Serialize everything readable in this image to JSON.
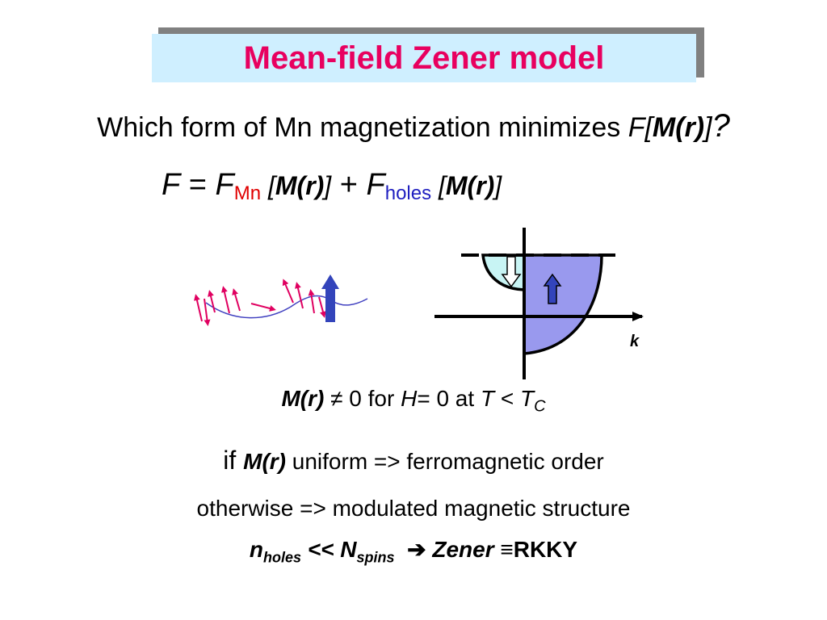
{
  "title": "Mean-field Zener model",
  "question": {
    "text": "Which form of Mn magnetization minimizes ",
    "F": "F[",
    "M": "M(r)",
    "close": "]",
    "qmark": "?"
  },
  "formula": {
    "F": "F",
    "eq": " = ",
    "F2": "F",
    "sub_mn": "Mn",
    "open1": " [",
    "M1": "M(r)",
    "close1": "]",
    "plus": " + ",
    "F3": "F",
    "sub_holes": "holes",
    "open2": " [",
    "M2": "M(r)",
    "close2": "]"
  },
  "band_diagram": {
    "k_label": "k"
  },
  "line1": {
    "M": "M(r)",
    "neq": " ≠ 0 for ",
    "H": "H",
    "eq": "= 0 at ",
    "T": "T",
    "lt": " < ",
    "T2": "T",
    "sub_c": "C"
  },
  "line2": {
    "if": "if ",
    "M": "M(r)",
    "rest": " uniform => ferromagnetic order"
  },
  "line3": {
    "text": "otherwise => modulated magnetic structure"
  },
  "line4": {
    "n": "n",
    "sub_holes": "holes",
    "ll": " << N",
    "sub_spins": "spins",
    "arrow": "➔",
    "zener": "Zener ",
    "equiv": "≡",
    "rkky": "RKKY"
  },
  "colors": {
    "title": "#e8005f",
    "title_bg": "#cfefff",
    "spin_arrows": "#e00060",
    "wave": "#4040c0",
    "big_arrow": "#3344bb",
    "band_fill": "#9999ee",
    "upper_band_fill": "#c8f4f4"
  }
}
